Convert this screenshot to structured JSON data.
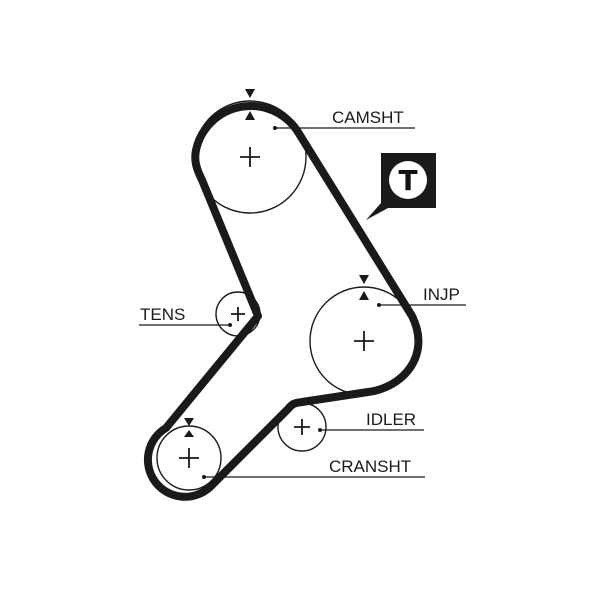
{
  "diagram": {
    "pulleys": [
      {
        "id": "camshaft",
        "label": "CAMSHT"
      },
      {
        "id": "tensioner",
        "label": "TENS"
      },
      {
        "id": "injection-pump",
        "label": "INJP"
      },
      {
        "id": "idler",
        "label": "IDLER"
      },
      {
        "id": "crankshaft",
        "label": "CRANSHT"
      }
    ],
    "badge": {
      "letter": "T"
    },
    "colors": {
      "belt": "#1a1a1a",
      "pulley_outline": "#1a1a1a",
      "badge_bg": "#1a1a1a",
      "badge_fg": "#ffffff",
      "background": "#ffffff"
    }
  }
}
